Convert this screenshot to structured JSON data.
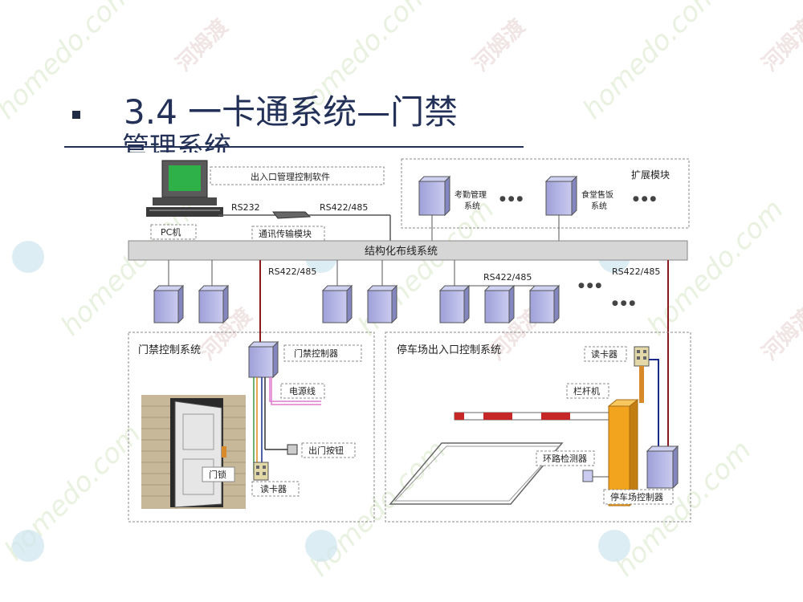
{
  "slide": {
    "title": "3.4 一卡通系统—门禁",
    "title_line2": "管理系统",
    "watermarks": [
      "homedo.com",
      "河姆渡"
    ]
  },
  "diagram": {
    "software": "出入口管理控制软件",
    "pc": "PC机",
    "rs232": "RS232",
    "rs422_top": "RS422/485",
    "comm_module": "通讯传输模块",
    "extension": "扩展模块",
    "attendance": "考勤管理\n系统",
    "canteen": "食堂售饭\n系统",
    "cabling": "结构化布线系统",
    "rs422_left": "RS422/485",
    "rs422_mid": "RS422/485",
    "rs422_right": "RS422/485",
    "ellipsis": "● ● ●",
    "door_system": "门禁控制系统",
    "door_controller": "门禁控制器",
    "power": "电源线",
    "exit_button": "出门按钮",
    "lock": "门锁",
    "reader": "读卡器",
    "parking_system": "停车场出入口控制系统",
    "parking_reader": "读卡器",
    "barrier": "栏杆机",
    "loop_detector": "环路检测器",
    "parking_controller": "停车场控制器"
  },
  "colors": {
    "title": "#233158",
    "box": "#b7b9e8",
    "cabling_bar": "#d6d6d6",
    "wire_red": "#8b1a1a",
    "wire_blue": "#1a2a8b",
    "barrier_post": "#f2a41f",
    "screen": "#2fb14a"
  }
}
